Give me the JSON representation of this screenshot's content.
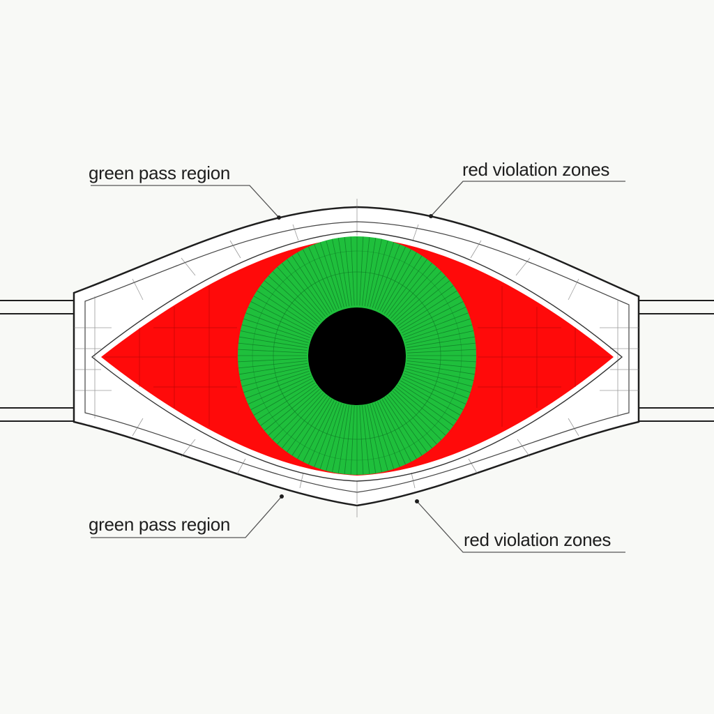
{
  "labels": {
    "top_left": "green pass region",
    "top_right": "red violation zones",
    "bottom_left": "green pass region",
    "bottom_right": "red violation zones"
  },
  "colors": {
    "background": "#f8f9f6",
    "violation_zone": "#ff0a0a",
    "pass_region": "#1fbf3c",
    "pupil": "#000000",
    "outline": "#1e1e1e"
  }
}
